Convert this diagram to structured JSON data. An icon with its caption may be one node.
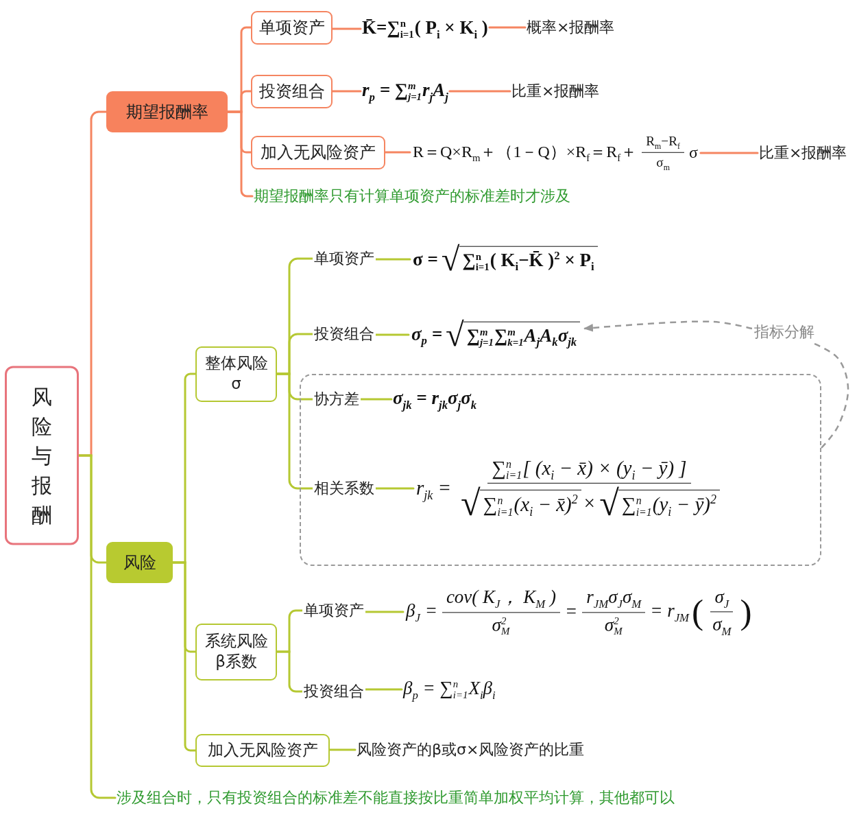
{
  "diagram": {
    "nodes": [
      {
        "text": [
          "风险与报酬"
        ]
      },
      {
        "text": [
          "期望报酬率"
        ]
      },
      {
        "text": [
          "单项资产"
        ]
      },
      {
        "text": [
          "K̄=∑$^{n}$$_{i=1}$( P$_{i}$ × K$_{i}$ )"
        ]
      },
      {
        "text": [
          "概率×报酬率"
        ]
      },
      {
        "text": [
          "投资组合"
        ]
      },
      {
        "text": [
          "r$_{p}$ = ∑$^{m}$$_{j=1}$r$_{j}$A$_{j}$"
        ]
      },
      {
        "text": [
          "比重×报酬率"
        ]
      },
      {
        "text": [
          "加入无风险资产"
        ]
      },
      {
        "text": [
          "R＝Q×R$_{m}$＋（1－Q）×R$_{f}$＝R$_{f}$＋",
          "R$_{m}$−R$_{f}$",
          "σ$_{m}$",
          "σ"
        ]
      },
      {
        "text": [
          "比重×报酬率"
        ]
      },
      {
        "text": [
          "期望报酬率只有计算单项资产的标准差时才涉及"
        ]
      },
      {
        "text": [
          "风险"
        ]
      },
      {
        "text": [
          "整体风险 σ"
        ]
      },
      {
        "text": [
          "单项资产"
        ]
      },
      {
        "text": [
          "σ =",
          "√",
          "∑$^{n}$$_{i=1}$( K$_{i}$−K̄ )$^{2}$ × P$_{i}$"
        ]
      },
      {
        "text": [
          "投资组合"
        ]
      },
      {
        "text": [
          "σ$_{p}$ =",
          "√",
          "∑$^{m}$$_{j=1}$∑$^{m}$$_{k=1}$A$_{j}$A$_{k}$σ$_{jk}$"
        ]
      },
      {
        "text": [
          "指标分解"
        ]
      },
      {
        "text": [],
        "shape": "box"
      },
      {
        "text": [
          "协方差"
        ],
        "in": 19
      },
      {
        "text": [
          "σ$_{jk}$ = r$_{jk}$σ$_{j}$σ$_{k}$"
        ],
        "in": 19
      },
      {
        "text": [
          "相关系数"
        ],
        "in": 19
      },
      {
        "text": [
          "r$_{jk}$ =",
          "∑$^{n}$$_{i=1}$[ (x$_{i}$ − x̄) × (y$_{i}$ − ȳ) ]",
          "√",
          "∑$^{n}$$_{i=1}$(x$_{i}$ − x̄)$^{2}$",
          "×",
          "√",
          "∑$^{n}$$_{i=1}$(y$_{i}$ − ȳ)$^{2}$"
        ],
        "in": 19
      },
      {
        "text": [
          "系统风险 β系数"
        ]
      },
      {
        "text": [
          "单项资产"
        ]
      },
      {
        "text": [
          "β$_{J}$ =",
          "cov( K$_{J}$， K$_{M}$ )",
          "σ$_{M}$$^{2}$",
          "=",
          "r$_{JM}$σ$_{J}$σ$_{M}$",
          "σ$_{M}$$^{2}$",
          "= r$_{JM}$",
          "(",
          "σ$_{J}$",
          "σ$_{M}$",
          ")"
        ]
      },
      {
        "text": [
          "投资组合"
        ]
      },
      {
        "text": [
          "β$_{p}$ = ∑$^{n}$$_{i=1}$X$_{i}$β$_{i}$"
        ]
      },
      {
        "text": [
          "加入无风险资产"
        ]
      },
      {
        "text": [
          "风险资产的β或σ×风险资产的比重"
        ]
      },
      {
        "text": [
          "涉及组合时，只有投资组合的标准差不能直接按比重简单加权平均计算，其他都可以"
        ]
      }
    ],
    "edges": [
      {
        "from": 0,
        "to": 1,
        "arrow": "none",
        "color": "#f58561"
      },
      {
        "from": 1,
        "to": 2,
        "arrow": "none",
        "color": "#f58561"
      },
      {
        "from": 2,
        "to": 3,
        "arrow": "none",
        "color": "#f58561"
      },
      {
        "from": 3,
        "to": 4,
        "arrow": "none",
        "color": "#f58561"
      },
      {
        "from": 1,
        "to": 5,
        "arrow": "none",
        "color": "#f58561"
      },
      {
        "from": 5,
        "to": 6,
        "arrow": "none",
        "color": "#f58561"
      },
      {
        "from": 6,
        "to": 7,
        "arrow": "none",
        "color": "#f58561"
      },
      {
        "from": 1,
        "to": 8,
        "arrow": "none",
        "color": "#f58561"
      },
      {
        "from": 8,
        "to": 9,
        "arrow": "none",
        "color": "#f58561"
      },
      {
        "from": 9,
        "to": 10,
        "arrow": "none",
        "color": "#f58561"
      },
      {
        "from": 1,
        "to": 11,
        "arrow": "none",
        "color": "#f58561"
      },
      {
        "from": 0,
        "to": 12,
        "arrow": "none"
      },
      {
        "from": 12,
        "to": 13,
        "arrow": "none"
      },
      {
        "from": 13,
        "to": 14,
        "arrow": "none"
      },
      {
        "from": 14,
        "to": 15,
        "arrow": "none"
      },
      {
        "from": 13,
        "to": 16,
        "arrow": "none"
      },
      {
        "from": 16,
        "to": 17,
        "arrow": "none"
      },
      {
        "from": 19,
        "to": 18,
        "arrow": "none",
        "style": "dashed",
        "color": "#999999"
      },
      {
        "from": 18,
        "to": 17,
        "arrow": "to",
        "style": "dashed",
        "color": "#999999"
      },
      {
        "from": 13,
        "to": 20,
        "arrow": "none"
      },
      {
        "from": 20,
        "to": 21,
        "arrow": "none"
      },
      {
        "from": 13,
        "to": 22,
        "arrow": "none"
      },
      {
        "from": 22,
        "to": 23,
        "arrow": "none"
      },
      {
        "from": 12,
        "to": 24,
        "arrow": "none"
      },
      {
        "from": 24,
        "to": 25,
        "arrow": "none"
      },
      {
        "from": 25,
        "to": 26,
        "arrow": "none"
      },
      {
        "from": 24,
        "to": 27,
        "arrow": "none"
      },
      {
        "from": 27,
        "to": 28,
        "arrow": "none"
      },
      {
        "from": 12,
        "to": 29,
        "arrow": "none"
      },
      {
        "from": 29,
        "to": 30,
        "arrow": "none"
      },
      {
        "from": 0,
        "to": 31,
        "arrow": "none"
      }
    ]
  }
}
